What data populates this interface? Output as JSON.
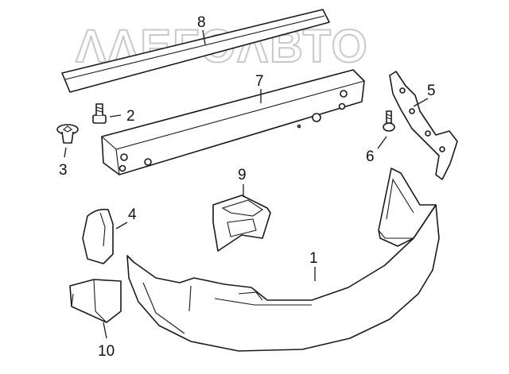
{
  "watermark": {
    "text": "ΛΛЕГОΛВТО",
    "color": "#c9c9c9"
  },
  "colors": {
    "line": "#1a1a1a",
    "background": "#ffffff"
  },
  "callouts": {
    "c1": "1",
    "c2": "2",
    "c3": "3",
    "c4": "4",
    "c5": "5",
    "c6": "6",
    "c7": "7",
    "c8": "8",
    "c9": "9",
    "c10": "10"
  }
}
